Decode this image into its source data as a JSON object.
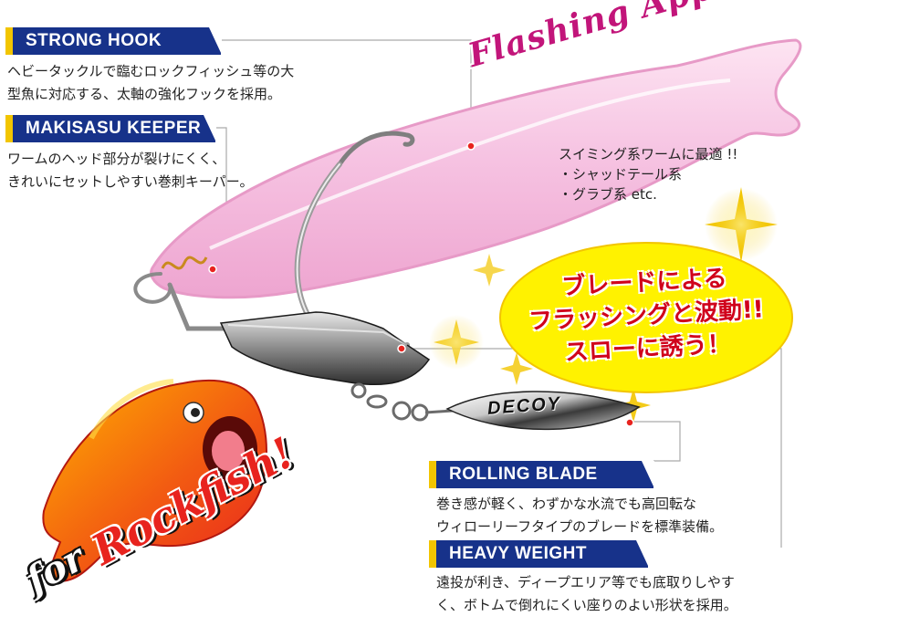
{
  "features": {
    "strong_hook": {
      "title": "STRONG HOOK",
      "line1": "ヘビータックルで臨むロックフィッシュ等の大",
      "line2": "型魚に対応する、太軸の強化フックを採用。"
    },
    "makisasu_keeper": {
      "title": "MAKISASU KEEPER",
      "line1": "ワームのヘッド部分が裂けにくく、",
      "line2": "きれいにセットしやすい巻刺キーパー。"
    },
    "rolling_blade": {
      "title": "ROLLING BLADE",
      "line1": "巻き感が軽く、わずかな水流でも高回転な",
      "line2": "ウィローリーフタイプのブレードを標準装備。"
    },
    "heavy_weight": {
      "title": "HEAVY WEIGHT",
      "line1": "遠投が利き、ディープエリア等でも底取りしやす",
      "line2": "く、ボトムで倒れにくい座りのよい形状を採用。"
    }
  },
  "headline": "Flashing Appeal!!",
  "compatibility": {
    "line1": "スイミング系ワームに最適 !!",
    "line2": "・シャッドテール系",
    "line3": "・グラブ系 etc."
  },
  "callout": {
    "line1": "ブレードによる",
    "line2": "フラッシングと波動!!",
    "line3": "スローに誘う！"
  },
  "blade_logo": "DECOY",
  "tagline": {
    "for": "for",
    "rockfish": "Rockfish!"
  },
  "colors": {
    "label_bg": "#17328a",
    "label_stripe": "#f2c500",
    "worm_pink": "#f4b8dc",
    "callout_yellow": "#fff200",
    "callout_text": "#d0021b",
    "fish_red": "#e8231e",
    "headline_magenta": "#c2157a"
  }
}
